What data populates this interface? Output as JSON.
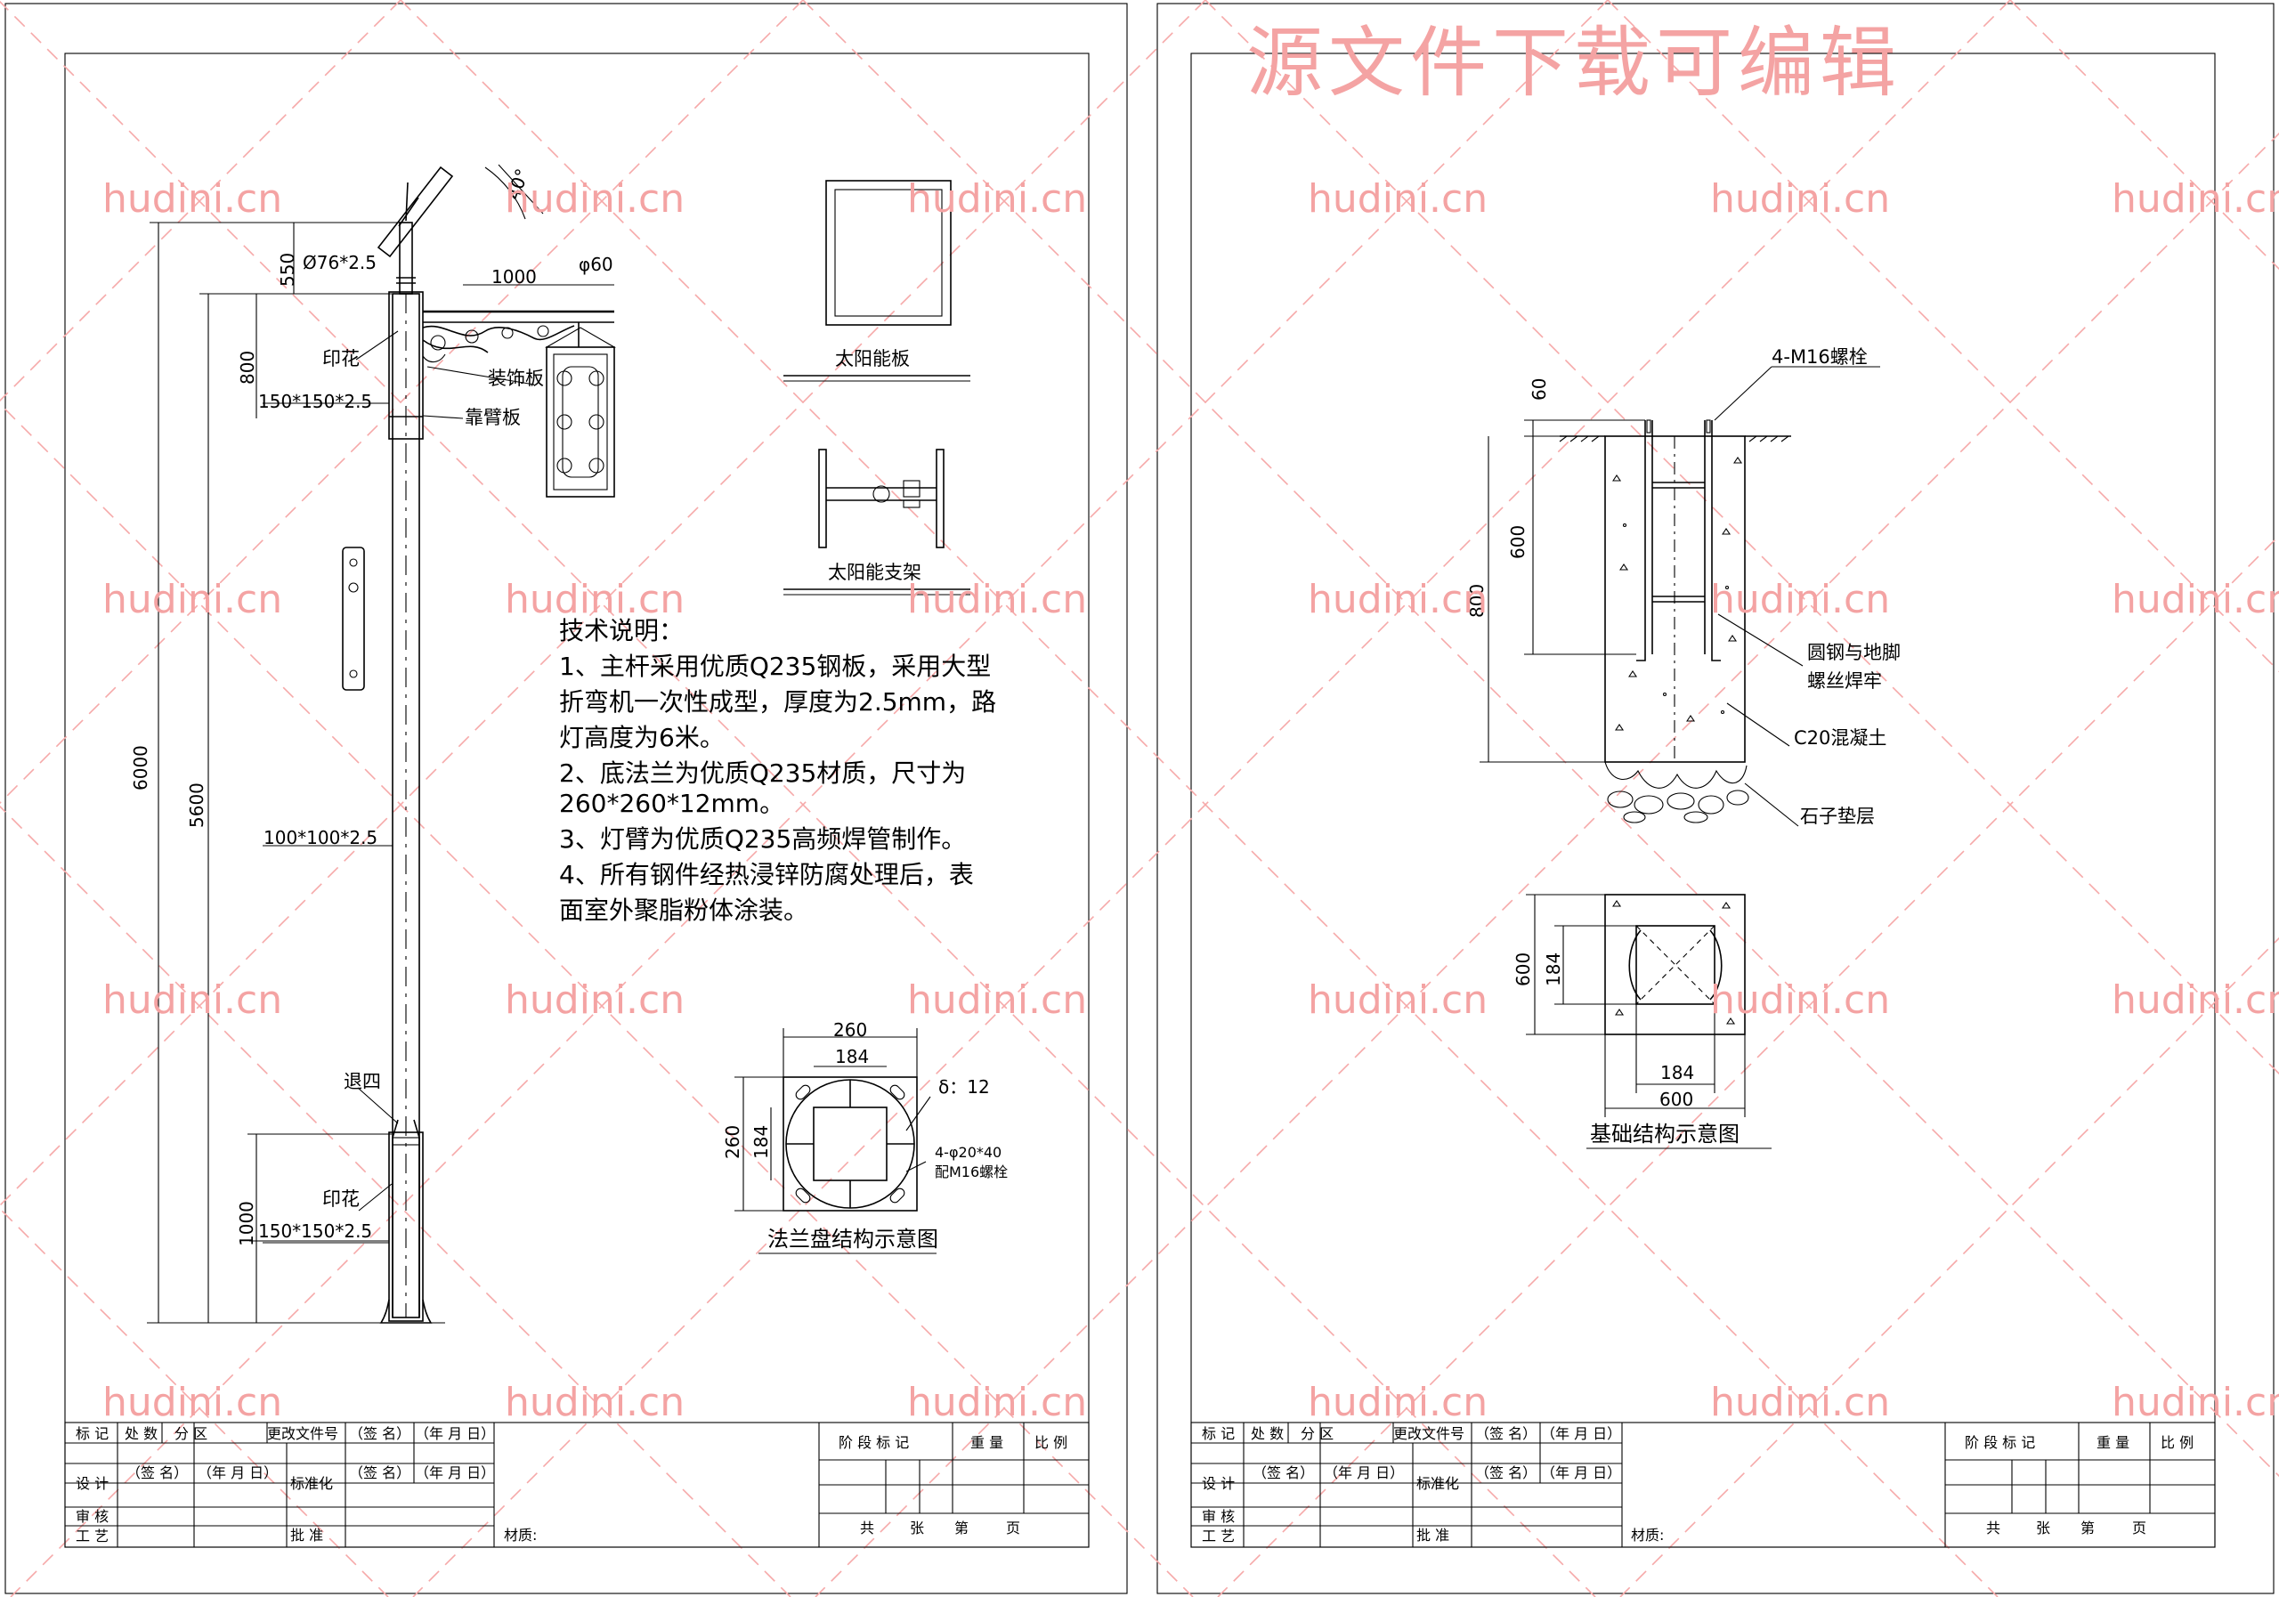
{
  "watermark": {
    "site": "hudini.cn",
    "banner": "源文件下载可编辑"
  },
  "left_sheet": {
    "pole": {
      "angle": "40°",
      "arm_tube": "Ø76*2.5",
      "d550": "550",
      "d1000_arm": "1000",
      "phi60": "φ60",
      "d800": "800",
      "yinhua_top": "印花",
      "zhuangshiban": "装饰板",
      "sec_top": "150*150*2.5",
      "baobiban": "靠臂板",
      "d6000": "6000",
      "d5600": "5600",
      "sec_mid": "100*100*2.5",
      "tuisi": "退四",
      "yinhua_bottom": "印花",
      "d1000_base": "1000",
      "sec_bottom": "150*150*2.5"
    },
    "solar_panel_caption": "太阳能板",
    "solar_bracket_caption": "太阳能支架",
    "notes": {
      "heading": "技术说明：",
      "lines": [
        "1、主杆采用优质Q235钢板，采用大型",
        "折弯机一次性成型，厚度为2.5mm，路",
        "灯高度为6米。",
        "2、底法兰为优质Q235材质，尺寸为",
        "260*260*12mm。",
        "3、灯臂为优质Q235高频焊管制作。",
        "4、所有钢件经热浸锌防腐处理后，表",
        "面室外聚脂粉体涂装。"
      ]
    },
    "flange": {
      "w260": "260",
      "w184": "184",
      "h260": "260",
      "h184": "184",
      "delta": "δ：12",
      "holes": "4-φ20*40",
      "bolts": "配M16螺栓",
      "caption": "法兰盘结构示意图"
    }
  },
  "right_sheet": {
    "bolts": "4-M16螺栓",
    "d60": "60",
    "d600": "600",
    "d800": "800",
    "weld": [
      "圆钢与地脚",
      "螺丝焊牢"
    ],
    "concrete": "C20混凝土",
    "gravel": "石子垫层",
    "plan": {
      "h600": "600",
      "h184": "184",
      "w184": "184",
      "w600": "600"
    },
    "caption": "基础结构示意图"
  },
  "title_block": {
    "r1": [
      "标 记",
      "处 数",
      "分 区",
      "更改文件号",
      "（签 名）",
      "（年 月 日）"
    ],
    "r2": [
      "设 计",
      "（签 名）",
      "（年 月 日）",
      "标准化",
      "（签 名）",
      "（年 月 日）"
    ],
    "shenhe": "审 核",
    "gongyi": "工 艺",
    "pizhun": "批 准",
    "caizhi": "材质:",
    "jieduan": "阶 段 标 记",
    "zhongliang": "重 量",
    "bili": "比 例",
    "gong": "共",
    "zhang": "张",
    "di": "第",
    "ye": "页"
  }
}
